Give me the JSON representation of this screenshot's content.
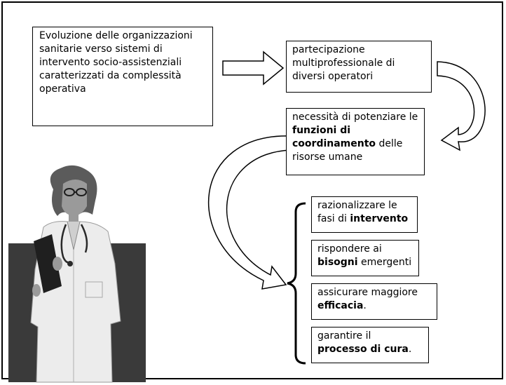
{
  "boxes": {
    "evoluzione": {
      "text": "Evoluzione delle organizzazioni sanitarie verso sistemi di intervento socio-assistenziali caratterizzati da complessità operativa"
    },
    "partecipazione": {
      "text": "partecipazione multiprofessionale di diversi operatori"
    },
    "necessita": {
      "before": "necessità di potenziare le ",
      "bold": "funzioni di coordinamento",
      "after": " delle risorse umane"
    }
  },
  "outcomes": [
    {
      "before": "razionalizzare le fasi di ",
      "bold": "intervento",
      "after": ""
    },
    {
      "before": "rispondere ai ",
      "bold": "bisogni",
      "after": " emergenti"
    },
    {
      "before": "assicurare maggiore ",
      "bold": "efficacia",
      "after": "."
    },
    {
      "before": "garantire il ",
      "bold": "processo di cura",
      "after": "."
    }
  ],
  "illustration": {
    "subject": "doctor-with-clipboard"
  },
  "colors": {
    "panel": "#3a3a3a",
    "coat": "#ececec",
    "skin": "#9a9a9a",
    "hair": "#5b5b5b"
  }
}
